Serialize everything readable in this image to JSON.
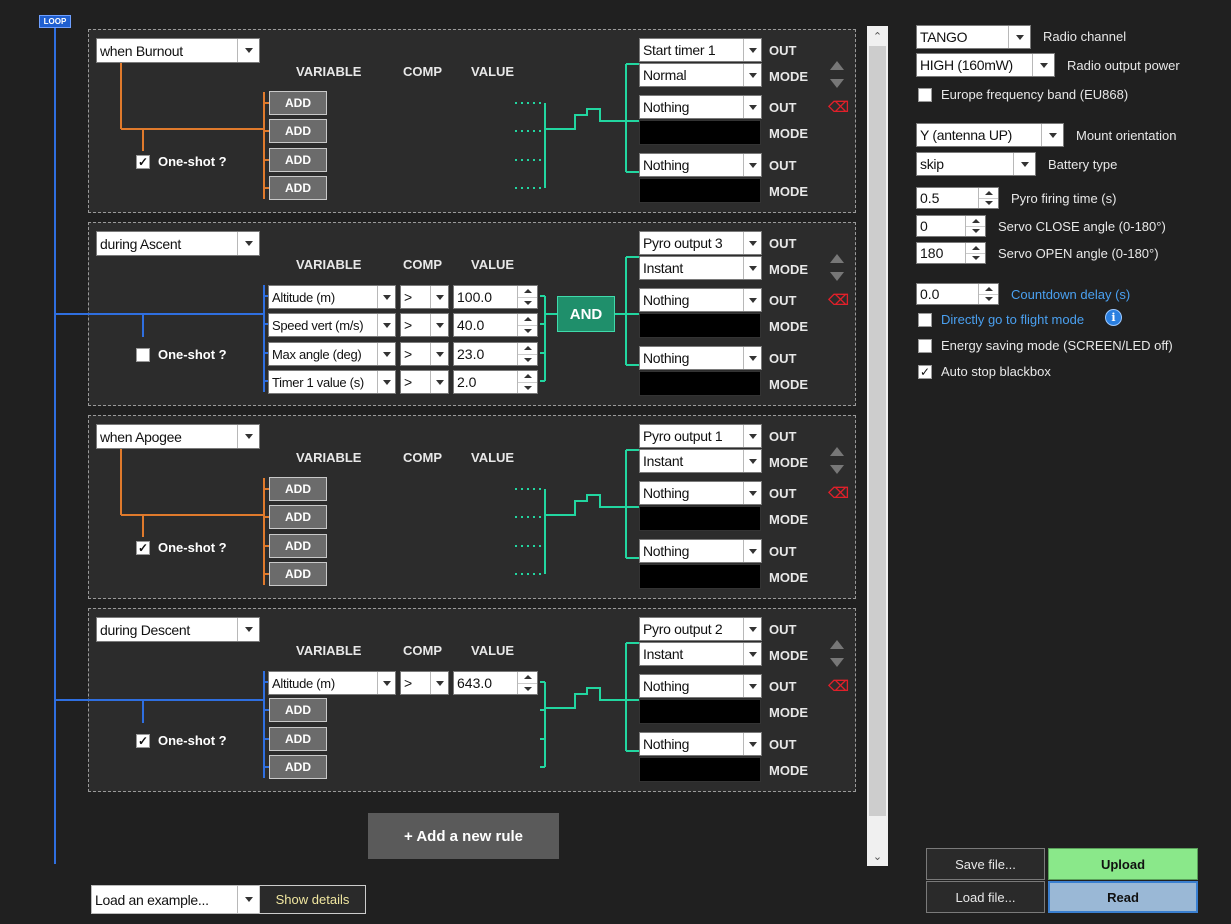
{
  "loop_label": "LOOP",
  "headers": {
    "variable": "VARIABLE",
    "comp": "COMP",
    "value": "VALUE"
  },
  "labels": {
    "out": "OUT",
    "mode": "MODE",
    "one_shot": "One-shot ?",
    "add": "ADD",
    "and": "AND"
  },
  "rules": [
    {
      "trigger": "when Burnout",
      "one_shot": true,
      "conditions": [],
      "outputs": [
        {
          "out": "Start timer 1",
          "mode": "Normal"
        },
        {
          "out": "Nothing",
          "mode": ""
        },
        {
          "out": "Nothing",
          "mode": ""
        }
      ]
    },
    {
      "trigger": "during Ascent",
      "one_shot": false,
      "conditions": [
        {
          "variable": "Altitude (m)",
          "comp": ">",
          "value": "100.0"
        },
        {
          "variable": "Speed vert (m/s)",
          "comp": ">",
          "value": "40.0"
        },
        {
          "variable": "Max angle (deg)",
          "comp": ">",
          "value": "23.0"
        },
        {
          "variable": "Timer 1 value (s)",
          "comp": ">",
          "value": "2.0"
        }
      ],
      "outputs": [
        {
          "out": "Pyro output 3",
          "mode": "Instant"
        },
        {
          "out": "Nothing",
          "mode": ""
        },
        {
          "out": "Nothing",
          "mode": ""
        }
      ]
    },
    {
      "trigger": "when Apogee",
      "one_shot": true,
      "conditions": [],
      "outputs": [
        {
          "out": "Pyro output 1",
          "mode": "Instant"
        },
        {
          "out": "Nothing",
          "mode": ""
        },
        {
          "out": "Nothing",
          "mode": ""
        }
      ]
    },
    {
      "trigger": "during Descent",
      "one_shot": true,
      "conditions": [
        {
          "variable": "Altitude (m)",
          "comp": ">",
          "value": "643.0"
        }
      ],
      "outputs": [
        {
          "out": "Pyro output 2",
          "mode": "Instant"
        },
        {
          "out": "Nothing",
          "mode": ""
        },
        {
          "out": "Nothing",
          "mode": ""
        }
      ]
    }
  ],
  "add_rule_label": "+ Add a new rule",
  "load_example": {
    "value": "Load an example...",
    "show_details": "Show details"
  },
  "settings": {
    "radio_channel": {
      "value": "TANGO",
      "label": "Radio channel"
    },
    "radio_power": {
      "value": "HIGH (160mW)",
      "label": "Radio output power"
    },
    "europe_band": {
      "label": "Europe frequency band (EU868)",
      "checked": false
    },
    "mount": {
      "value": "Y (antenna UP)",
      "label": "Mount orientation"
    },
    "battery": {
      "value": "skip",
      "label": "Battery type"
    },
    "pyro_time": {
      "value": "0.5",
      "label": "Pyro firing time (s)"
    },
    "servo_close": {
      "value": "0",
      "label": "Servo CLOSE angle (0-180°)"
    },
    "servo_open": {
      "value": "180",
      "label": "Servo OPEN angle (0-180°)"
    },
    "countdown": {
      "value": "0.0",
      "label": "Countdown delay (s)"
    },
    "direct_flight": {
      "label": "Directly go to flight mode",
      "checked": false
    },
    "energy_saving": {
      "label": "Energy saving mode (SCREEN/LED off)",
      "checked": false
    },
    "auto_stop": {
      "label": "Auto stop blackbox",
      "checked": true
    }
  },
  "buttons": {
    "save": "Save file...",
    "load": "Load file...",
    "upload": "Upload",
    "read": "Read"
  },
  "colors": {
    "loop": "#2f6fe0",
    "orange": "#e07a2c",
    "green": "#22d6a0",
    "and_fill": "#1f8f6b",
    "delete": "#e0202a",
    "upload": "#8ae88a",
    "read": "#9ab8d6",
    "link": "#4aa0f0"
  }
}
